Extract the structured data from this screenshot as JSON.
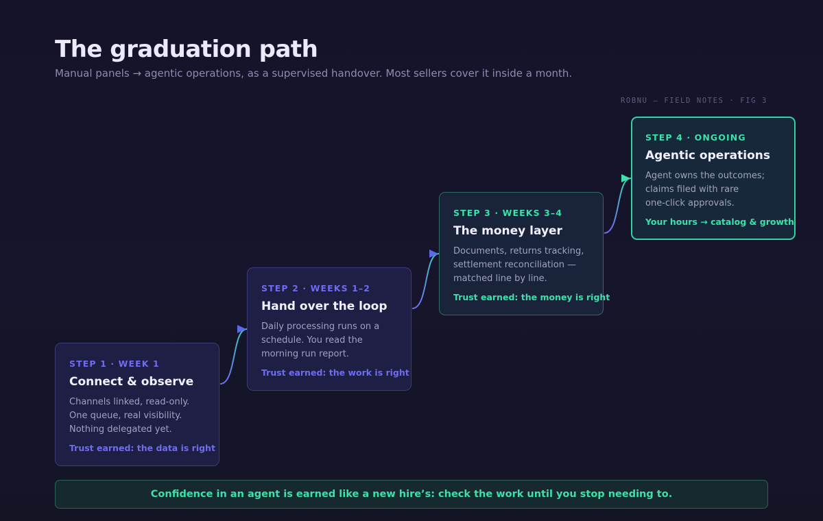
{
  "header": {
    "title": "The graduation path",
    "subtitle": "Manual panels → agentic operations, as a supervised handover. Most sellers cover it inside a month.",
    "fig_note": "ROBNU — FIELD NOTES · FIG 3"
  },
  "steps": [
    {
      "label": "STEP 1 · WEEK 1",
      "title": "Connect & observe",
      "desc": [
        "Channels linked, read-only.",
        "One queue, real visibility.",
        "Nothing delegated yet."
      ],
      "trust": "Trust earned: the data is right"
    },
    {
      "label": "STEP 2 · WEEKS 1–2",
      "title": "Hand over the loop",
      "desc": [
        "Daily processing runs on a",
        "schedule. You read the",
        "morning run report."
      ],
      "trust": "Trust earned: the work is right"
    },
    {
      "label": "STEP 3 · WEEKS 3–4",
      "title": "The money layer",
      "desc": [
        "Documents, returns tracking,",
        "settlement reconciliation —",
        "matched line by line."
      ],
      "trust": "Trust earned: the money is right"
    },
    {
      "label": "STEP 4 · ONGOING",
      "title": "Agentic operations",
      "desc": [
        "Agent owns the outcomes;",
        "claims filed with rare",
        "one-click approvals."
      ],
      "trust": "Your hours → catalog & growth"
    }
  ],
  "footer": {
    "banner": "Confidence in an agent is earned like a new hire’s: check the work until you stop needing to."
  },
  "colors": {
    "accent_purple": "#6f6cf2",
    "accent_green": "#3ee0aa",
    "background": "#14132a"
  }
}
